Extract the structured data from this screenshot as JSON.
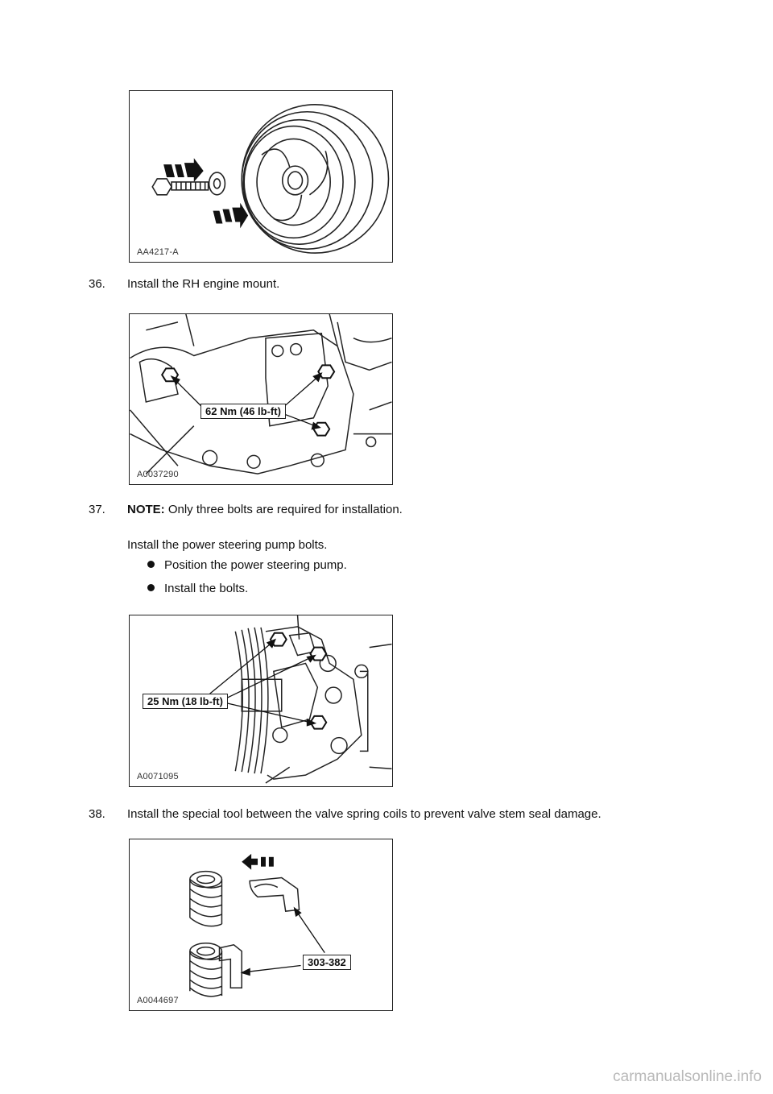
{
  "figures": [
    {
      "id_label": "AA4217-A"
    },
    {
      "id_label": "A0037290",
      "callout": "62 Nm (46 lb-ft)"
    },
    {
      "id_label": "A0071095",
      "callout": "25 Nm (18 lb-ft)"
    },
    {
      "id_label": "A0044697",
      "callout": "303-382"
    }
  ],
  "steps": [
    {
      "number": "36.",
      "text": "Install the RH engine mount."
    },
    {
      "number": "37.",
      "note_label": "NOTE:",
      "note_text": " Only three bolts are required for installation.",
      "text": "Install the power steering pump bolts.",
      "bullets": [
        "Position the power steering pump.",
        "Install the bolts."
      ]
    },
    {
      "number": "38.",
      "text": "Install the special tool between the valve spring coils to prevent valve stem seal damage."
    }
  ],
  "footer": {
    "watermark": "carmanualsonline.info"
  }
}
